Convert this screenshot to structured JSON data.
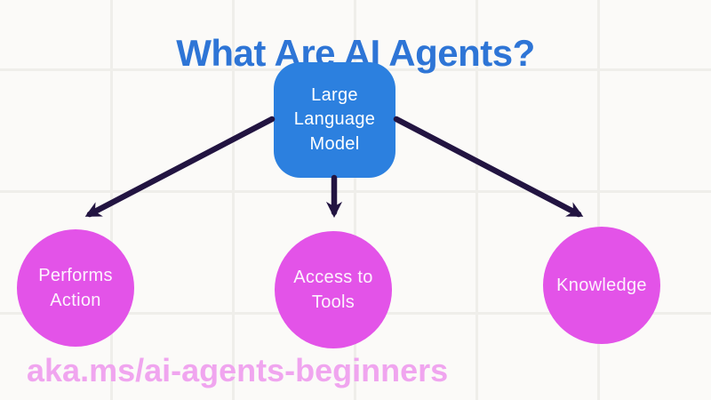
{
  "title": {
    "text": "What Are AI Agents?"
  },
  "diagram": {
    "llm_node": {
      "label": "Large Language Model",
      "lines": [
        "Large",
        "Language",
        "Model"
      ]
    },
    "circles": [
      {
        "id": "performs-action",
        "label": "Performs Action",
        "lines": [
          "Performs",
          "Action"
        ]
      },
      {
        "id": "access-to-tools",
        "label": "Access to Tools",
        "lines": [
          "Access to",
          "Tools"
        ]
      },
      {
        "id": "knowledge",
        "label": "Knowledge",
        "lines": [
          "Knowledge"
        ]
      }
    ]
  },
  "footer": {
    "link_text": "aka.ms/ai-agents-beginners"
  },
  "colors": {
    "background": "#fbfaf8",
    "grid_line": "#efeeea",
    "title_blue": "#2e75d6",
    "node_blue": "#2c80df",
    "arrow_dark": "#221441",
    "circle_magenta": "#e353e8",
    "footer_pink": "#f0a5ef",
    "node_text": "#ffffff"
  }
}
